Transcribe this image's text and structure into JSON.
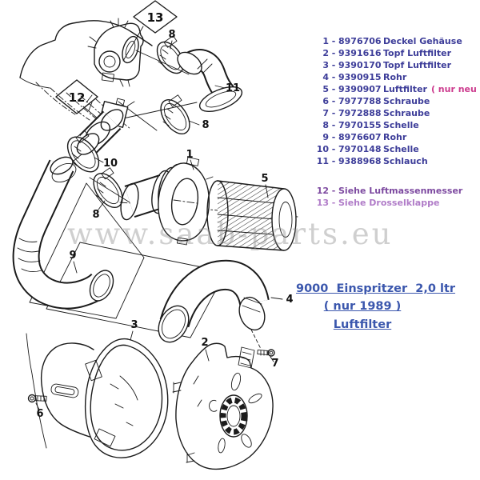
{
  "watermark_text": "www.saab-parts.eu",
  "title_link": {
    "line1": "9000  Einspritzer  2,0 ltr",
    "line2": "( nur 1989 )",
    "line3": "Luftfilter"
  },
  "list_separator": "-",
  "parts_list": [
    {
      "num": "1",
      "part": "8976706",
      "desc": "Deckel Gehäuse"
    },
    {
      "num": "2",
      "part": "9391616",
      "desc": "Topf Luftfilter"
    },
    {
      "num": "3",
      "part": "9390170",
      "desc": "Topf Luftfilter"
    },
    {
      "num": "4",
      "part": "9390915",
      "desc": "Rohr"
    },
    {
      "num": "5",
      "part": "9390907",
      "desc": "Luftfilter",
      "note": "( nur neu )"
    },
    {
      "num": "6",
      "part": "7977788",
      "desc": "Schraube"
    },
    {
      "num": "7",
      "part": "7972888",
      "desc": "Schraube"
    },
    {
      "num": "8",
      "part": "7970155",
      "desc": "Schelle"
    },
    {
      "num": "9",
      "part": "8976607",
      "desc": "Rohr"
    },
    {
      "num": "10",
      "part": "7970148",
      "desc": "Schelle"
    },
    {
      "num": "11",
      "part": "9388968",
      "desc": "Schlauch"
    }
  ],
  "see_also": [
    {
      "num": "12",
      "text": "Siehe Luftmassenmesser"
    },
    {
      "num": "13",
      "text": "Siehe Drosselklappe"
    }
  ],
  "diagram_labels": [
    "13",
    "12",
    "8",
    "11",
    "8",
    "10",
    "8",
    "1",
    "5",
    "9",
    "4",
    "3",
    "2",
    "6",
    "7"
  ],
  "colors": {
    "list_blue": "#3d3d99",
    "note_pink": "#cc3b8e",
    "see12_purple": "#7d4aa0",
    "see13_purple": "#b07cc8",
    "title_blue": "#3b57ad",
    "watermark_gray": "#8f8f8f",
    "line_black": "#1b1b1b"
  }
}
